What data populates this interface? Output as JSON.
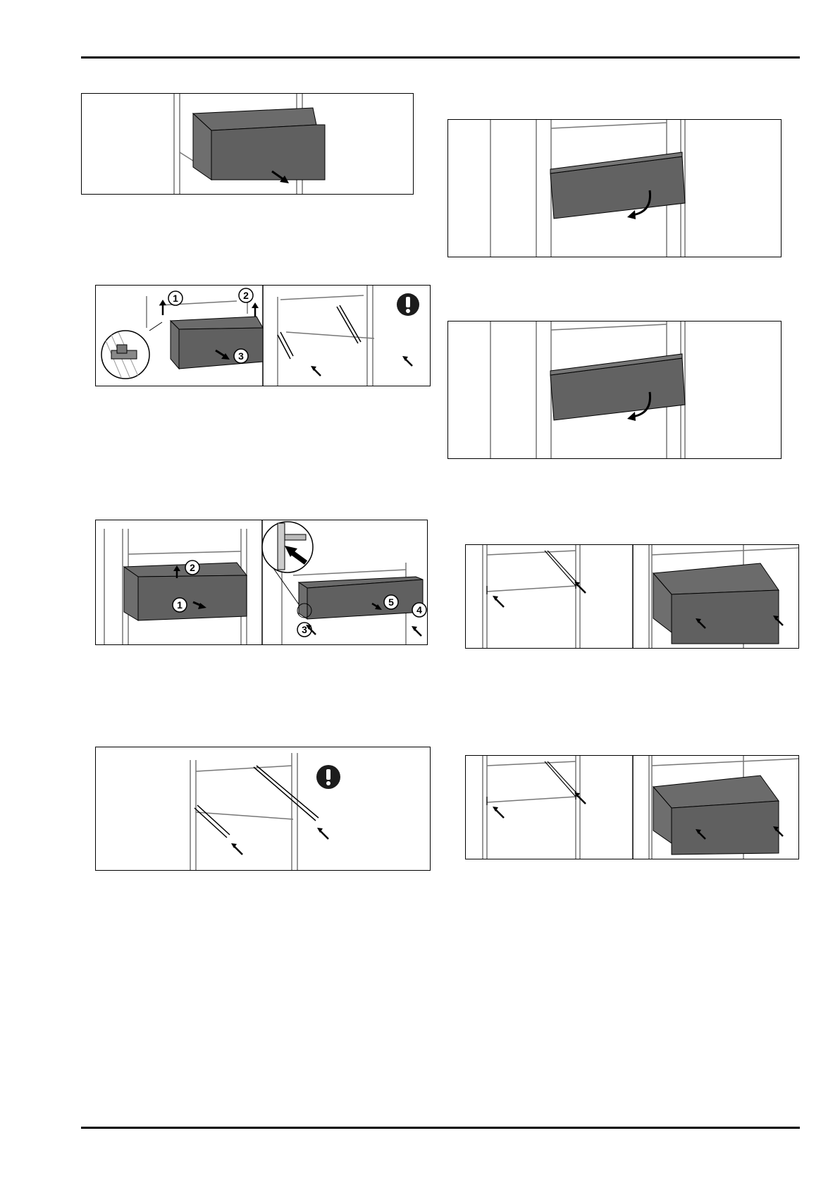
{
  "figures": {
    "fig4": {
      "step_labels": [
        "1",
        "2",
        "3"
      ]
    },
    "fig5": {
      "step_labels": [
        "2",
        "1",
        "5",
        "4",
        "3"
      ]
    }
  },
  "colors": {
    "drawer": "#5e5e5e",
    "line": "#000000",
    "frame": "#7a7a7a"
  },
  "icons": [
    "arrow-icon",
    "warning-icon",
    "magnifier-detail-icon"
  ]
}
